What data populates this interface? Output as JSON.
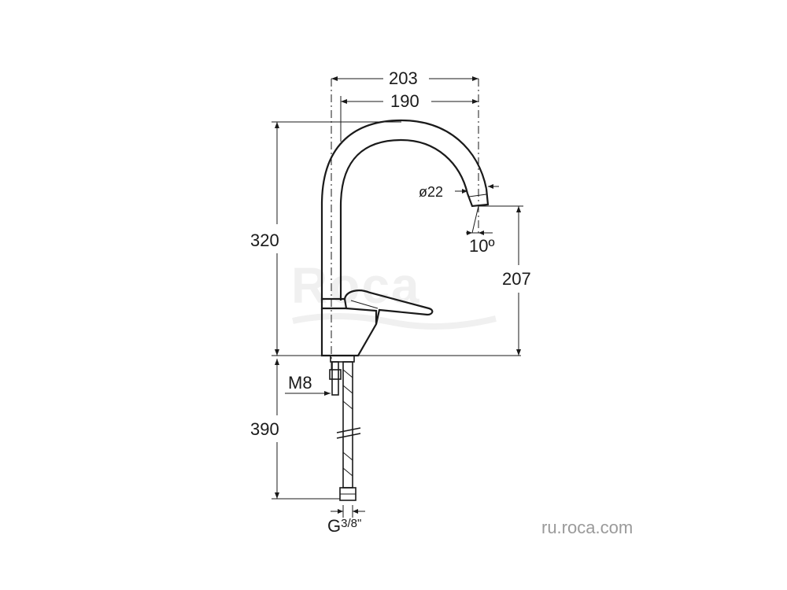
{
  "watermark": "Roca",
  "dimensions": {
    "spout_reach_total": "203",
    "spout_reach_axis": "190",
    "total_height": "320",
    "outlet_height": "207",
    "hose_length": "390",
    "outlet_diameter": "ø22",
    "outlet_angle": "10º",
    "stud_thread": "M8",
    "hose_connection": "G",
    "hose_fraction": "3/8\""
  },
  "website": "ru.roca.com"
}
